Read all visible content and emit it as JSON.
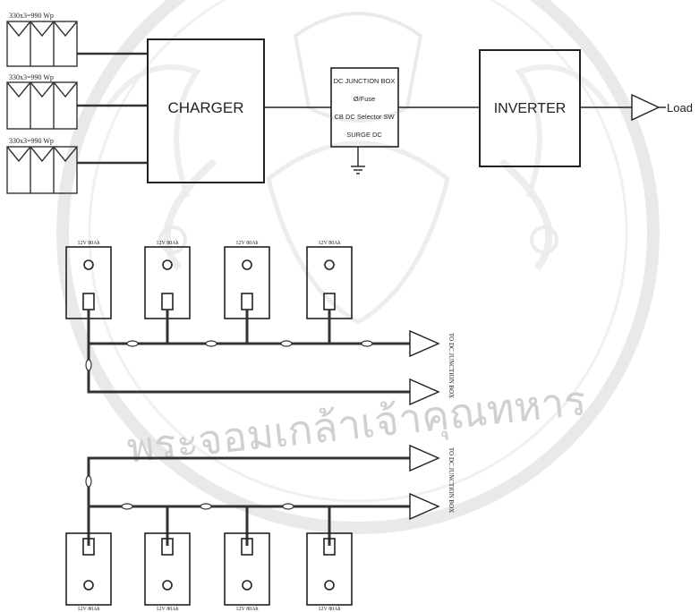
{
  "panels": [
    {
      "label": "330x3=990 Wp"
    },
    {
      "label": "330x3=990 Wp"
    },
    {
      "label": "330x3=990 Wp"
    }
  ],
  "charger": {
    "label": "CHARGER"
  },
  "junction_box": {
    "lines": [
      "DC JUNCTION BOX",
      "Ø/Fuse",
      "CB DC Selector SW",
      "SURGE DC"
    ]
  },
  "inverter": {
    "label": "INVERTER"
  },
  "load": {
    "label": "Load"
  },
  "battery_top": [
    {
      "label": "12V 80Ah"
    },
    {
      "label": "12V 80Ah"
    },
    {
      "label": "12V 80Ah"
    },
    {
      "label": "12V 80Ah"
    }
  ],
  "battery_bottom": [
    {
      "label": "12V 80Ah"
    },
    {
      "label": "12V 80Ah"
    },
    {
      "label": "12V 80Ah"
    },
    {
      "label": "12V 80Ah"
    }
  ],
  "dc_labels": {
    "top": "TO DC JUNCTION BOX",
    "bottom": "TO DC JUNCTION BOX"
  },
  "watermark": {
    "text": "พระจอมเกล้าเจ้าคุณทหาร",
    "color": "#d9d9d9"
  }
}
